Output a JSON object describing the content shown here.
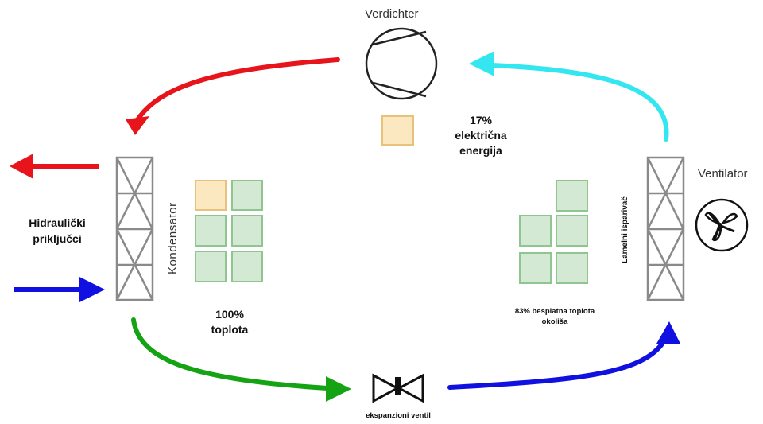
{
  "components": {
    "compressor": {
      "label": "Verdichter"
    },
    "condenser": {
      "label": "Kondensator"
    },
    "evaporator": {
      "label": "Lamelni isparivač"
    },
    "fan": {
      "label": "Ventilator"
    },
    "expansion_valve": {
      "label": "ekspanzioni ventil"
    }
  },
  "hydraulic": {
    "label_line1": "Hidraulički",
    "label_line2": "priključci"
  },
  "energy": {
    "electric_pct": "17%",
    "electric_line1": "električna",
    "electric_line2": "energija",
    "heat_pct": "100%",
    "heat_label": "toplota",
    "ambient_line1": "83% besplatna toplota",
    "ambient_line2": "okoliša"
  },
  "colors": {
    "hot_flow": "#e8141c",
    "cold_return": "#1010e0",
    "suction": "#33e6f0",
    "liquid": "#13a313",
    "electric_block": "#fbe8c0",
    "electric_border": "#e6c27a",
    "heat_block": "#d3e9d3",
    "heat_border": "#8fc58f"
  }
}
